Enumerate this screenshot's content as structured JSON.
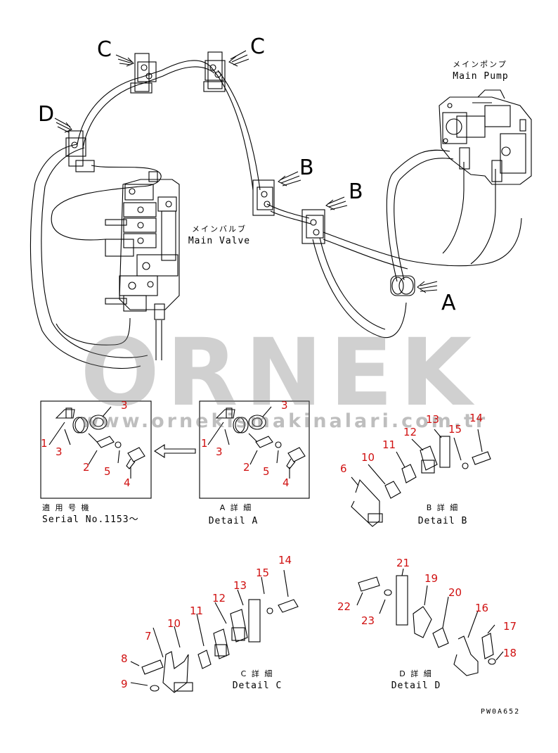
{
  "watermark": {
    "big": "ORNEK",
    "small": "www.ornekismakinalari.com.tr"
  },
  "top_view": {
    "main_pump_jp": "メインポンプ",
    "main_pump_en": "Main Pump",
    "main_valve_jp": "メインバルブ",
    "main_valve_en": "Main Valve",
    "pointer_letters": [
      "C",
      "C",
      "D",
      "B",
      "B",
      "A"
    ]
  },
  "details": {
    "serial": {
      "jp": "適 用 号 機",
      "en": "Serial No.1153〜"
    },
    "a": {
      "jp": "A 詳 細",
      "en": "Detail A"
    },
    "b": {
      "jp": "B 詳 細",
      "en": "Detail B"
    },
    "c": {
      "jp": "C 詳 細",
      "en": "Detail C"
    },
    "d": {
      "jp": "D 詳 細",
      "en": "Detail D"
    }
  },
  "callouts": {
    "serial": [
      "1",
      "3",
      "3",
      "2",
      "5",
      "4"
    ],
    "detail_a": [
      "1",
      "3",
      "3",
      "2",
      "5",
      "4"
    ],
    "detail_b": [
      "6",
      "10",
      "11",
      "12",
      "13",
      "15",
      "14"
    ],
    "detail_c": [
      "7",
      "8",
      "9",
      "10",
      "11",
      "12",
      "13",
      "15",
      "14"
    ],
    "detail_d": [
      "22",
      "23",
      "21",
      "19",
      "20",
      "16",
      "17",
      "18"
    ]
  },
  "drawing_code": "PW0A652",
  "colors": {
    "callout": "#d01010",
    "line": "#000000",
    "watermark": "#8a8a8a"
  }
}
